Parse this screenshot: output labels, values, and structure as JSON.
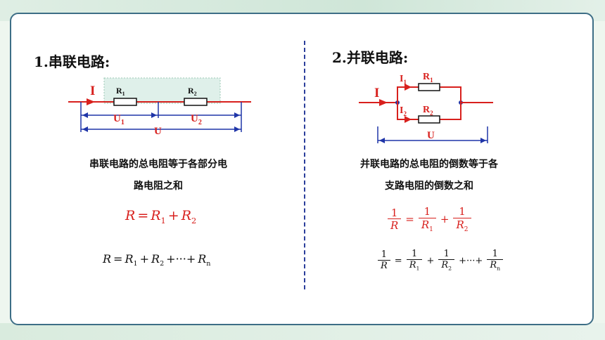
{
  "series": {
    "heading": "1.串联电路:",
    "labels": {
      "I": "I",
      "R1": "R",
      "R1_sub": "1",
      "R2": "R",
      "R2_sub": "2",
      "U1": "U",
      "U1_sub": "1",
      "U2": "U",
      "U2_sub": "2",
      "U": "U"
    },
    "desc_line1": "串联电路的总电阻等于各部分电",
    "desc_line2": "路电阻之和",
    "formula1": {
      "lhs": "R",
      "eq": "=",
      "t1": "R",
      "t1_sub": "1",
      "plus": "+",
      "t2": "R",
      "t2_sub": "2"
    },
    "formula2": {
      "lhs": "R",
      "eq": "=",
      "t1": "R",
      "t1_sub": "1",
      "p1": "+",
      "t2": "R",
      "t2_sub": "2",
      "p2": "+···+",
      "tn": "R",
      "tn_sub": "n"
    }
  },
  "parallel": {
    "heading": "2.并联电路:",
    "labels": {
      "I": "I",
      "I1": "I",
      "I1_sub": "1",
      "R1": "R",
      "R1_sub": "1",
      "I2": "I",
      "I2_sub": "2",
      "R2": "R",
      "R2_sub": "2",
      "U": "U"
    },
    "desc_line1": "并联电路的总电阻的倒数等于各",
    "desc_line2": "支路电阻的倒数之和",
    "formula1": {
      "one": "1",
      "R": "R",
      "eq": "=",
      "R1": "R",
      "R1_sub": "1",
      "plus": "+",
      "R2": "R",
      "R2_sub": "2"
    },
    "formula2": {
      "one": "1",
      "R": "R",
      "eq": "=",
      "R1": "R",
      "R1_sub": "1",
      "p1": "+",
      "R2": "R",
      "R2_sub": "2",
      "p2": "+···+",
      "Rn": "R",
      "Rn_sub": "n"
    }
  },
  "colors": {
    "red": "#d8201d",
    "blue": "#1f35a8",
    "border": "#3d6e86",
    "resistor_bg": "#dff0ea"
  }
}
